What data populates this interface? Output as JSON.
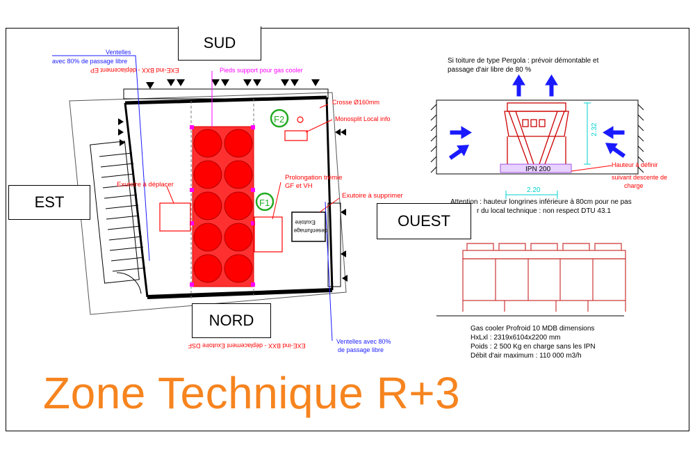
{
  "compass": {
    "sud": "SUD",
    "est": "EST",
    "ouest": "OUEST",
    "nord": "NORD"
  },
  "title": "Zone Technique R+3",
  "plan": {
    "ventelles_top": [
      "Ventelles",
      "avec 80% de passage libre"
    ],
    "ventelles_bottom": [
      "Ventelles avec 80%",
      "de passage libre"
    ],
    "mirrored_top": "EXE-ind BXX - déplacement EP",
    "mirrored_bottom": "EXE-ind BXX - déplacement Exutoire DSF",
    "pieds_support": "Pieds support pour gas cooler",
    "crosse": "Crosse Ø160mm",
    "monosplit": "Monosplit Local info",
    "f2": "F2",
    "f1": "F1",
    "exutoire_deplacer": "Exutoire à déplacer",
    "prolongation": [
      "Prolongation trémie",
      "GF et VH"
    ],
    "exutoire_supprimer": "Exutoire à supprimer",
    "exutoire_desenfumage": [
      "Exutoire",
      "desenfumage"
    ]
  },
  "elevation": {
    "note": [
      "Si toiture de type Pergola : prévoir démontable et",
      "passage d'air libre de 80 %"
    ],
    "ipn": "IPN 200",
    "height_dim": "2.32",
    "width_dim": "2.20",
    "hauteur_note": [
      "Hauteur à définir",
      "suivant descente de",
      "charge"
    ],
    "attention": [
      "Attention : hauteur longrines inférieure à 80cm pour ne pas",
      "r du local technique : non respect DTU 43.1"
    ]
  },
  "spec": {
    "lines": [
      "Gas cooler Profroid 10 MDB dimensions",
      "HxLxl : 2319x6104x2200 mm",
      "Poids : 2 500 Kg en charge sans les IPN",
      "Débit d'air maximum : 110 000 m3/h"
    ]
  },
  "colors": {
    "red": "#ff0000",
    "blue": "#1a1aff",
    "green": "#22aa22",
    "cyan": "#00d0d0",
    "magenta": "#ff00ff",
    "orange": "#f6841f"
  }
}
